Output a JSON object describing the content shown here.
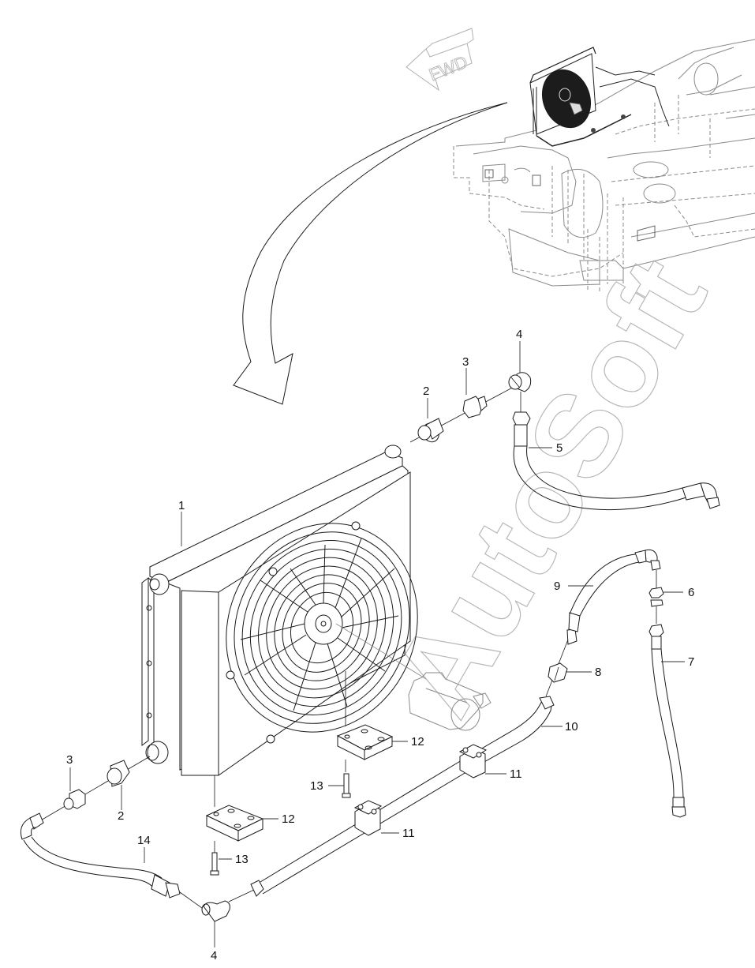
{
  "diagram": {
    "title": "Hydraulic oil cooler assembly",
    "direction_indicator": "FWD",
    "watermark": "AutoSoft",
    "inset": "machine-frame-location-view",
    "callouts": [
      {
        "id": "c1",
        "label": "1",
        "part": "oil-cooler-with-fan"
      },
      {
        "id": "c2a",
        "label": "2",
        "part": "adapter-upper"
      },
      {
        "id": "c3a",
        "label": "3",
        "part": "connector-upper"
      },
      {
        "id": "c4a",
        "label": "4",
        "part": "elbow-upper"
      },
      {
        "id": "c5",
        "label": "5",
        "part": "hose-upper"
      },
      {
        "id": "c6",
        "label": "6",
        "part": "union-connector"
      },
      {
        "id": "c7",
        "label": "7",
        "part": "hose-right"
      },
      {
        "id": "c8",
        "label": "8",
        "part": "nut-connector"
      },
      {
        "id": "c9",
        "label": "9",
        "part": "hose-middle"
      },
      {
        "id": "c10",
        "label": "10",
        "part": "tube"
      },
      {
        "id": "c11a",
        "label": "11",
        "part": "clamp-right"
      },
      {
        "id": "c11b",
        "label": "11",
        "part": "clamp-left"
      },
      {
        "id": "c12a",
        "label": "12",
        "part": "mount-pad-right"
      },
      {
        "id": "c12b",
        "label": "12",
        "part": "mount-pad-left"
      },
      {
        "id": "c13a",
        "label": "13",
        "part": "bolt-right"
      },
      {
        "id": "c13b",
        "label": "13",
        "part": "bolt-left"
      },
      {
        "id": "c3b",
        "label": "3",
        "part": "connector-lower"
      },
      {
        "id": "c2b",
        "label": "2",
        "part": "adapter-lower"
      },
      {
        "id": "c14",
        "label": "14",
        "part": "hose-lower"
      },
      {
        "id": "c4b",
        "label": "4",
        "part": "elbow-lower"
      }
    ]
  }
}
